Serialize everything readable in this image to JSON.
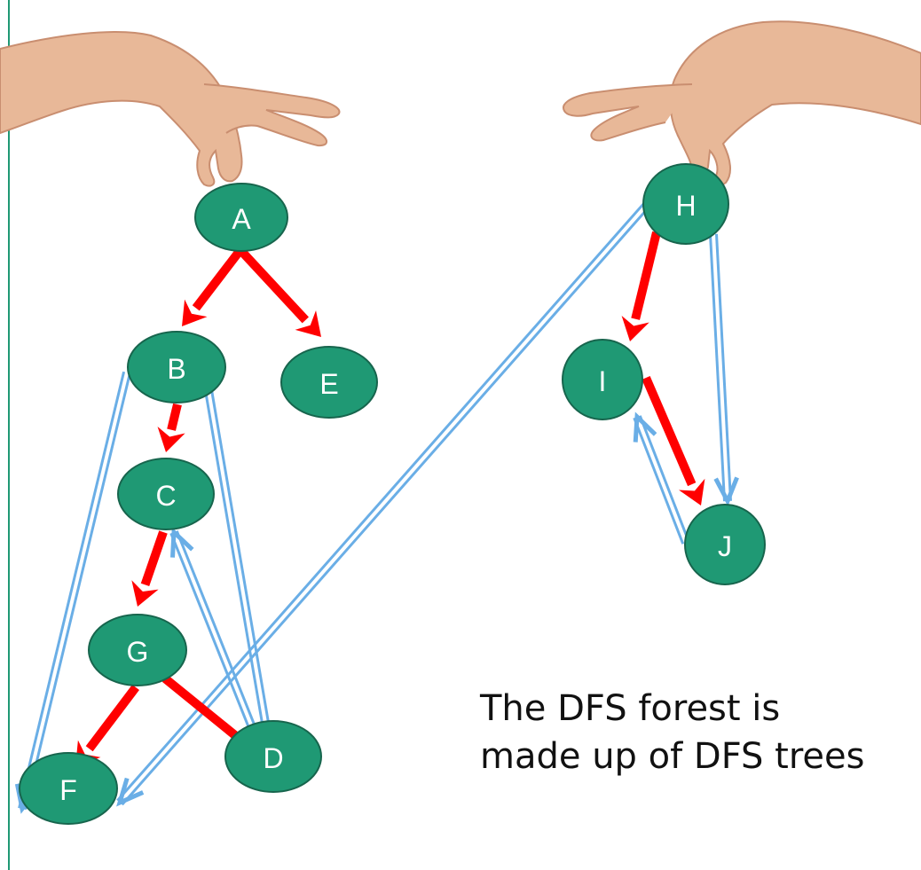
{
  "caption": {
    "line1": "The DFS forest is",
    "line2": "made up of DFS trees"
  },
  "nodes": [
    {
      "id": "A",
      "label": "A"
    },
    {
      "id": "B",
      "label": "B"
    },
    {
      "id": "C",
      "label": "C"
    },
    {
      "id": "D",
      "label": "D"
    },
    {
      "id": "E",
      "label": "E"
    },
    {
      "id": "F",
      "label": "F"
    },
    {
      "id": "G",
      "label": "G"
    },
    {
      "id": "H",
      "label": "H"
    },
    {
      "id": "I",
      "label": "I"
    },
    {
      "id": "J",
      "label": "J"
    }
  ],
  "tree_edges": [
    {
      "from": "A",
      "to": "B"
    },
    {
      "from": "A",
      "to": "E"
    },
    {
      "from": "B",
      "to": "C"
    },
    {
      "from": "C",
      "to": "G"
    },
    {
      "from": "G",
      "to": "F"
    },
    {
      "from": "G",
      "to": "D"
    },
    {
      "from": "H",
      "to": "I"
    },
    {
      "from": "I",
      "to": "J"
    }
  ],
  "non_tree_edges": [
    {
      "from": "B",
      "to": "F"
    },
    {
      "from": "B",
      "to": "D"
    },
    {
      "from": "D",
      "to": "C"
    },
    {
      "from": "H",
      "to": "F"
    },
    {
      "from": "H",
      "to": "J"
    },
    {
      "from": "J",
      "to": "I"
    }
  ],
  "colors": {
    "node_fill": "#1f9974",
    "node_stroke": "#17654d",
    "tree_edge": "#ff0000",
    "non_tree_edge": "#6aaee6",
    "skin": "#e8b898",
    "skin_shadow": "#c98e70",
    "left_rule": "#1f9974"
  }
}
